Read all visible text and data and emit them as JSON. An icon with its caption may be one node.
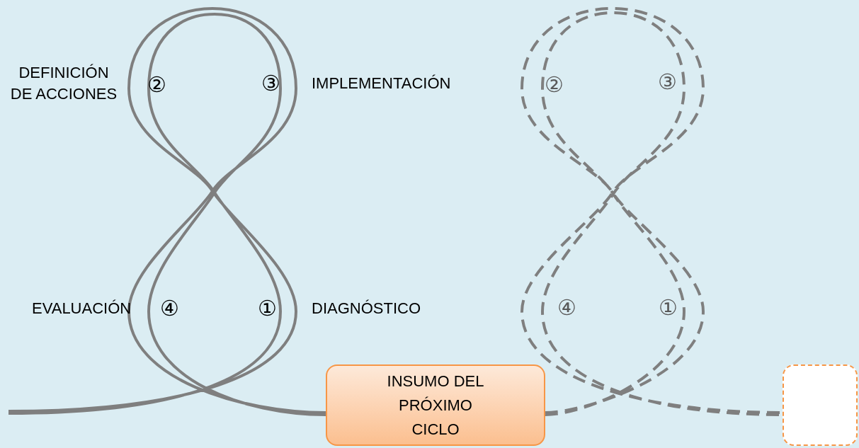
{
  "diagram": {
    "nodes": [
      {
        "text": [
          "INSUMO DEL PRÓXIMO CICLO"
        ]
      },
      {
        "text": [],
        "shape": "box"
      }
    ],
    "edges": [
      {
        "from": null,
        "to": 0,
        "arrow": "none"
      },
      {
        "from": 0,
        "to": 1,
        "arrow": "none",
        "style": "dashed"
      }
    ],
    "labels": [
      "DEFINICIÓN DE ACCIONES",
      "②",
      "③",
      "IMPLEMENTACIÓN",
      "②",
      "③",
      "EVALUACIÓN",
      "④",
      "①",
      "DIAGNÓSTICO",
      "④",
      "①"
    ]
  }
}
